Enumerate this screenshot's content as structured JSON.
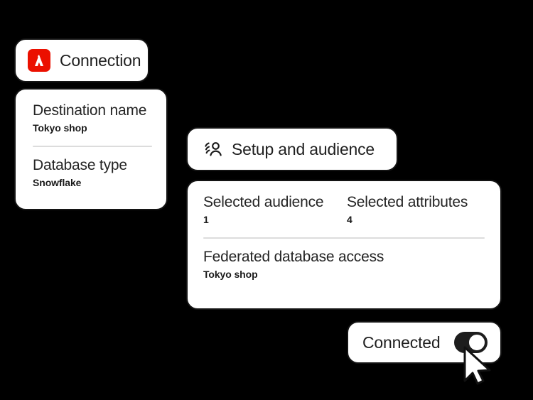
{
  "theme": {
    "background": "#000000",
    "card_background": "#ffffff",
    "border": "#141414",
    "text": "#242424",
    "divider": "#dcdcdc",
    "adobe_red": "#EB1000",
    "toggle_on": "#1d1d1d"
  },
  "connection_card": {
    "icon": "adobe-logo-icon",
    "label": "Connection"
  },
  "destination_card": {
    "fields": [
      {
        "title": "Destination name",
        "value": "Tokyo shop"
      },
      {
        "title": "Database type",
        "value": "Snowflake"
      }
    ]
  },
  "setup_card": {
    "icon": "audience-segment-icon",
    "label": "Setup and audience"
  },
  "attributes_card": {
    "columns": [
      {
        "title": "Selected audience",
        "value": "1"
      },
      {
        "title": "Selected attributes",
        "value": "4"
      }
    ],
    "federated": {
      "title": "Federated database access",
      "value": "Tokyo shop"
    }
  },
  "connected_card": {
    "label": "Connected",
    "toggle": {
      "state": "on",
      "name": "connection-toggle"
    }
  },
  "cursor": {
    "icon": "mouse-pointer-icon"
  }
}
